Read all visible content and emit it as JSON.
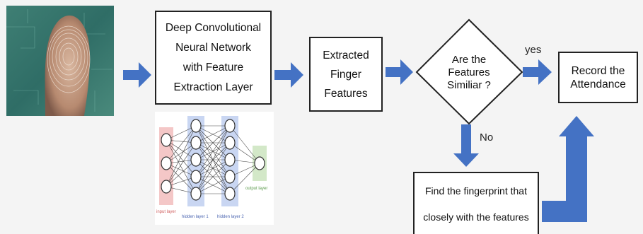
{
  "nodes": {
    "cnn": "Deep Convolutional\nNeural Network\nwith Feature\nExtraction Layer",
    "extracted": "Extracted\nFinger\nFeatures",
    "decision": "Are the\nFeatures\nSimiliar ?",
    "record": "Record the\nAttendance",
    "find_line1": "Find the fingerprint that",
    "find_line2": "closely with the features"
  },
  "edge_labels": {
    "yes": "yes",
    "no": "No"
  },
  "nn_figure": {
    "input_layer": "input layer",
    "hidden_layer_1": "hidden layer 1",
    "hidden_layer_2": "hidden layer 2",
    "output_layer": "output layer"
  },
  "colors": {
    "arrow": "#4472c4",
    "input_band": "#f4c7c7",
    "hidden_band": "#c9d6f2",
    "output_band": "#d3e8c8"
  }
}
